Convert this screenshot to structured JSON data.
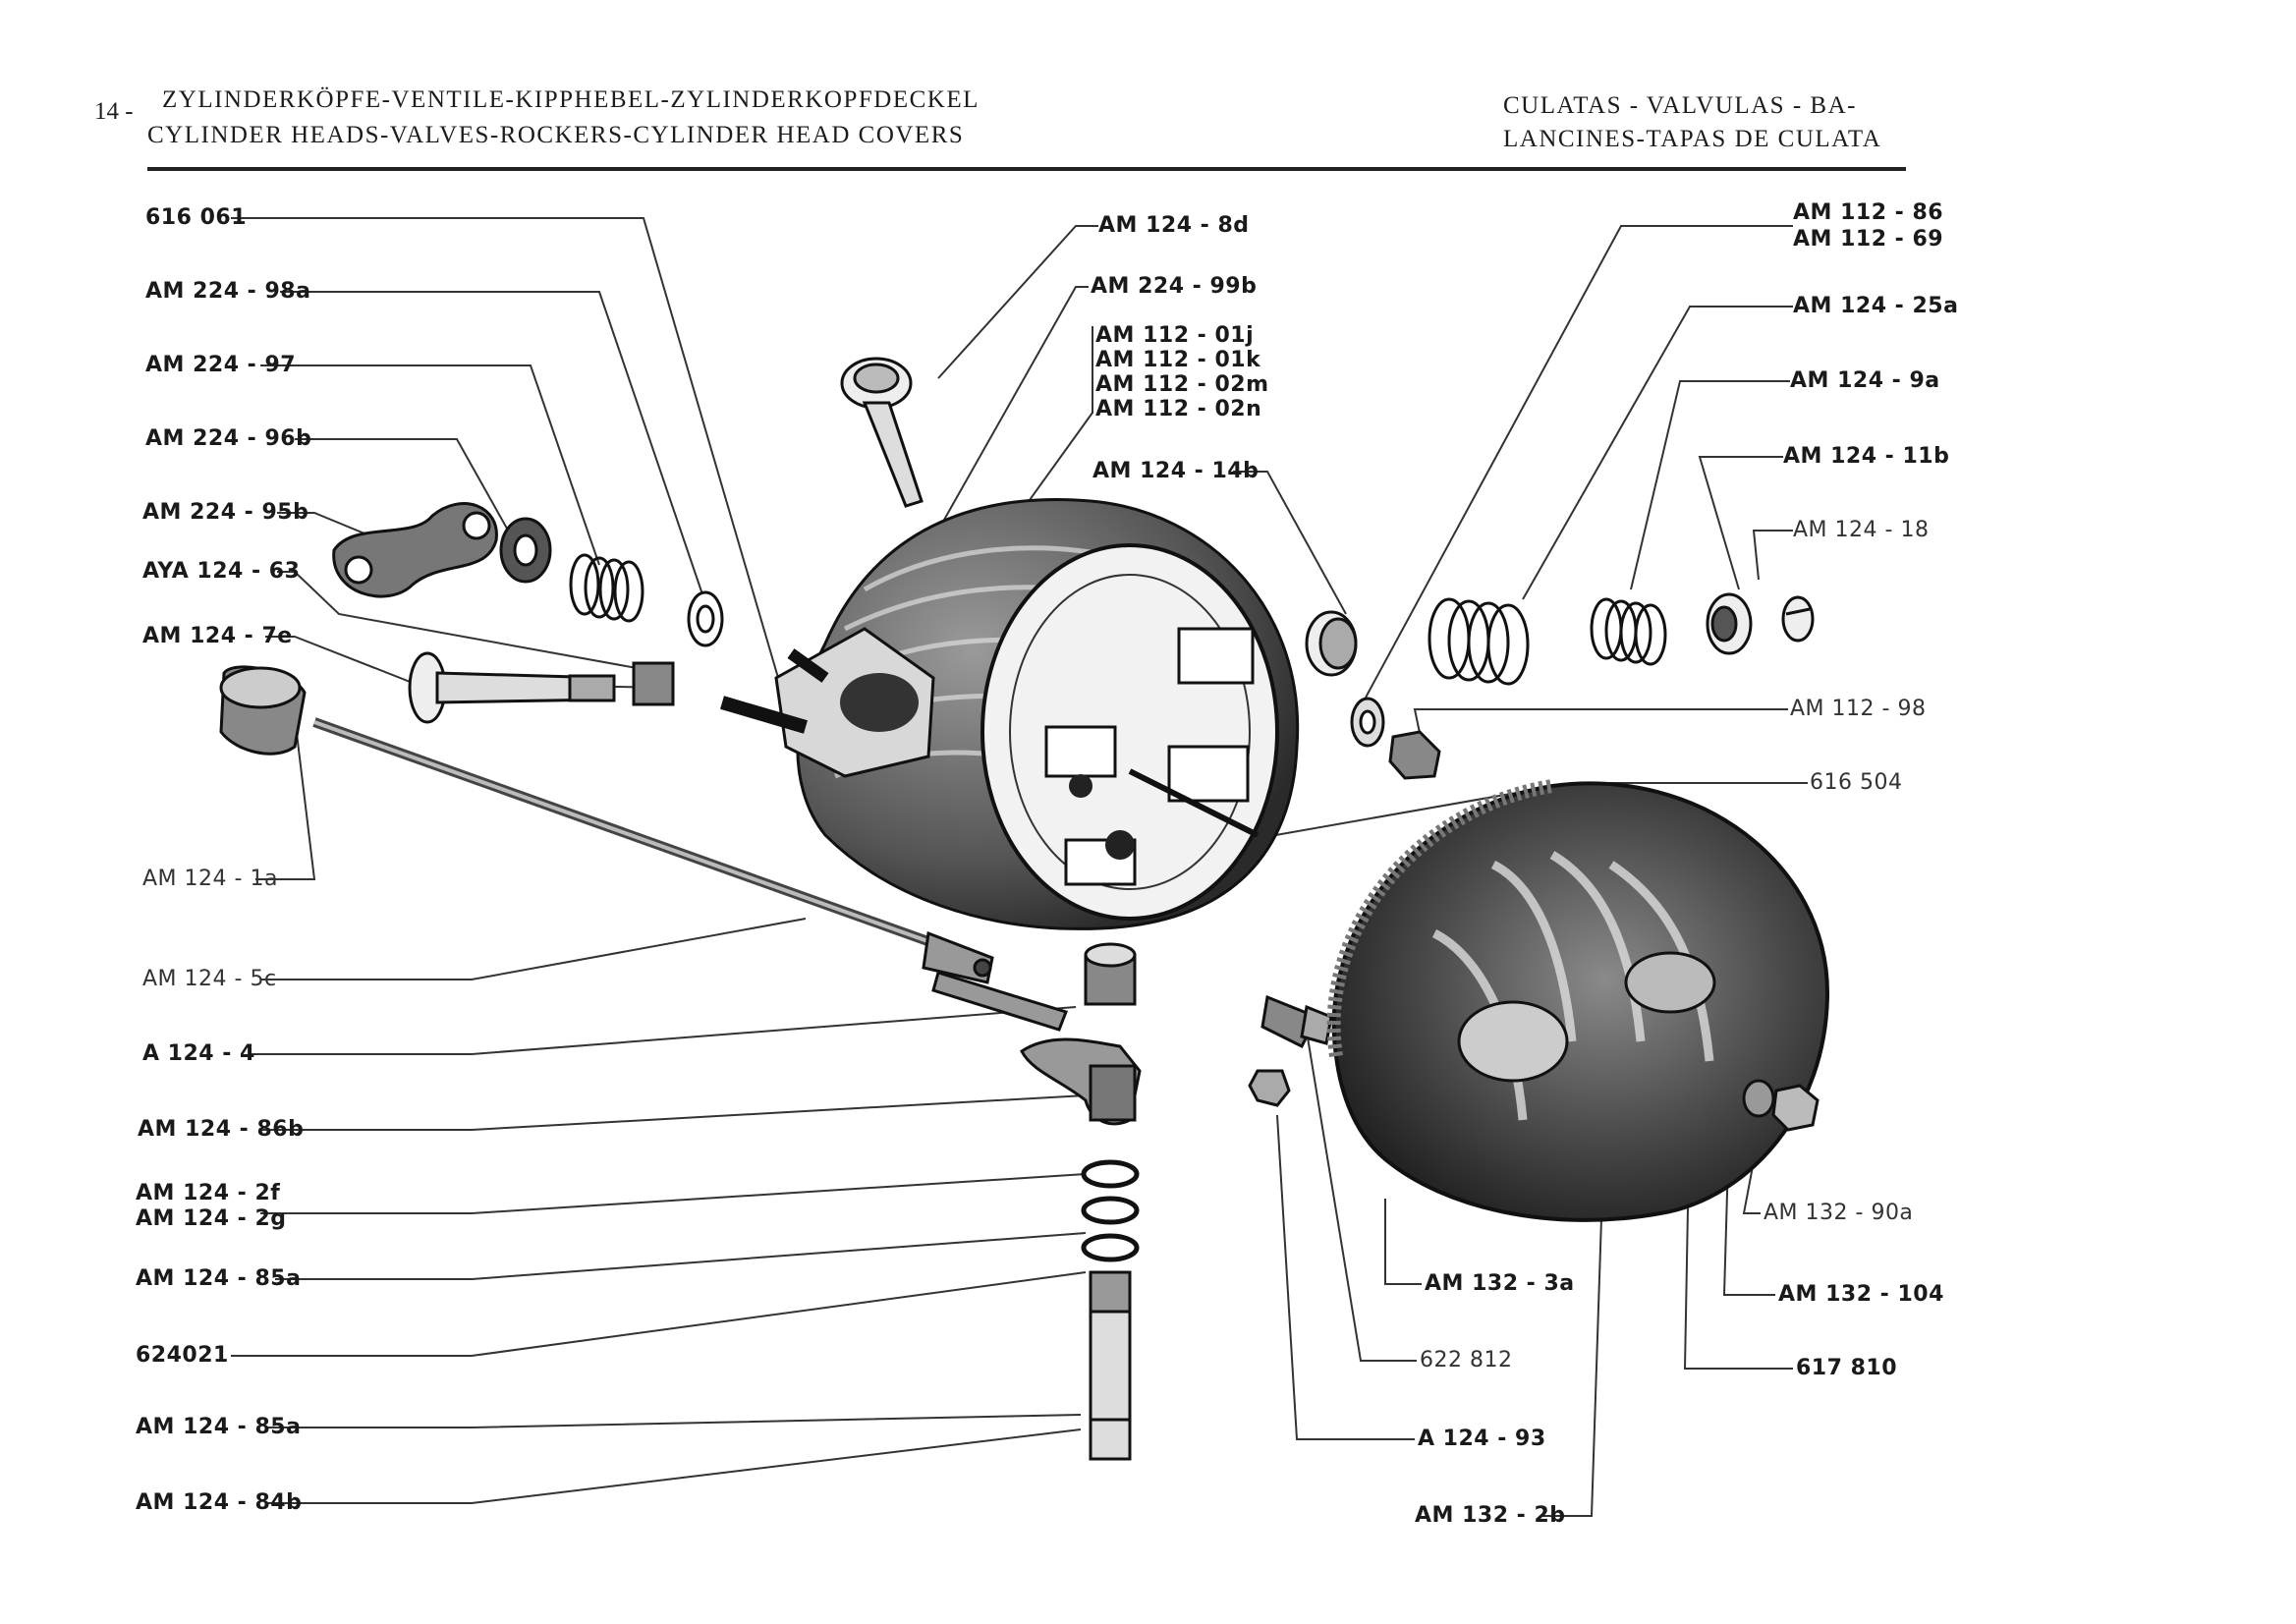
{
  "page_number": "14 -",
  "header": {
    "left_line1": "ZYLINDERKÖPFE-VENTILE-KIPPHEBEL-ZYLINDERKOPFDECKEL",
    "left_line2": "CYLINDER HEADS-VALVES-ROCKERS-CYLINDER HEAD COVERS",
    "right_line1": "CULATAS - VALVULAS - BA-",
    "right_line2": "LANCINES-TAPAS DE CULATA"
  },
  "labels": {
    "p616061": "616 061",
    "am224_98a": "AM 224 - 98a",
    "am224_97": "AM 224 - 97",
    "am224_96b": "AM 224 - 96b",
    "am224_95b": "AM 224 - 95b",
    "aya124_63": "AYA 124 - 63",
    "am124_7e": "AM 124 - 7e",
    "am124_1a": "AM 124 - 1a",
    "am124_5c": "AM 124 - 5c",
    "a124_4": "A 124 - 4",
    "am124_86b": "AM 124 - 86b",
    "am124_2f": "AM 124 - 2f",
    "am124_2g": "AM 124 - 2g",
    "am124_85a_a": "AM 124 - 85a",
    "p624021": "624021",
    "am124_85a_b": "AM 124 - 85a",
    "am124_84b": "AM 124 - 84b",
    "am124_8d": "AM 124 - 8d",
    "am224_99b": "AM 224 - 99b",
    "am112_01j": "AM 112 - 01j",
    "am112_01k": "AM 112 - 01k",
    "am112_02m": "AM 112 - 02m",
    "am112_02n": "AM 112 - 02n",
    "am124_14b": "AM 124 - 14b",
    "am112_86": "AM 112 - 86",
    "am112_69": "AM 112 - 69",
    "am124_25a": "AM 124 - 25a",
    "am124_9a": "AM 124 - 9a",
    "am124_11b": "AM 124 - 11b",
    "am124_18": "AM 124 - 18",
    "am112_98": "AM 112 - 98",
    "p616504": "616 504",
    "am132_90a": "AM 132 - 90a",
    "am132_104": "AM 132 - 104",
    "p617810": "617 810",
    "am132_3a": "AM 132 - 3a",
    "p622812": "622 812",
    "a124_93": "A 124 - 93",
    "am132_2b": "AM 132 - 2b"
  }
}
